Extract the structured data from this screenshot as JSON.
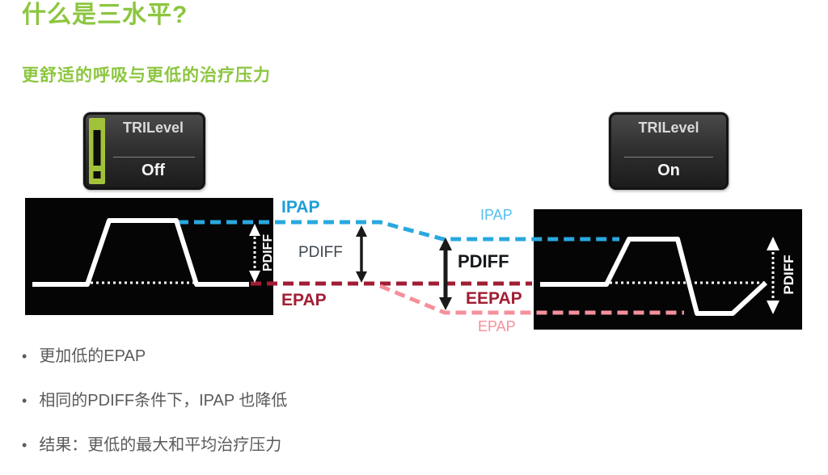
{
  "slide": {
    "title": "什么是三水平?",
    "subtitle": "更舒适的呼吸与更低的治疗压力",
    "bullet_char": "•",
    "bullets": [
      "更加低的EPAP",
      "相同的PDIFF条件下，IPAP 也降低",
      "结果：更低的最大和平均治疗压力"
    ]
  },
  "cards": {
    "off": {
      "label": "TRILevel",
      "state": "Off",
      "alert_icon": "exclamation"
    },
    "on": {
      "label": "TRILevel",
      "state": "On"
    }
  },
  "diagram": {
    "before": {
      "ipap": "IPAP",
      "pdiff": "PDIFF",
      "epap": "EPAP",
      "waveform_pdiff": "PDIFF"
    },
    "after": {
      "ipap": "IPAP",
      "pdiff": "PDIFF",
      "eepap": "EEPAP",
      "epap": "EPAP",
      "waveform_pdiff": "PDIFF"
    }
  },
  "colors": {
    "accent_green": "#8CC63F",
    "alert_bar_green": "#A2C13A",
    "ipap_blue": "#29A8E0",
    "ipap_blue_light": "#54BFEE",
    "epap_dark_red": "#A11D33",
    "eepap_pink": "#F5909A",
    "body_text_gray": "#5A5A5A",
    "waveform_white": "#FFFFFF",
    "scope_background": "#050505"
  }
}
